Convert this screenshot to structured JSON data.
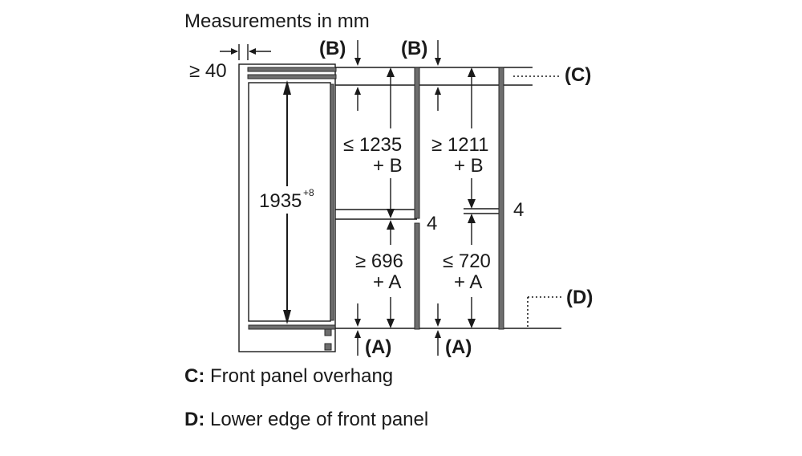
{
  "title": "Measurements in mm",
  "dims": {
    "gap_top": "≥ 40",
    "height_main": "1935",
    "height_main_tol": "+8",
    "upper_left_1": "≤ 1235",
    "upper_left_2": "+ B",
    "upper_right_1": "≥ 1211",
    "upper_right_2": "+ B",
    "lower_left_1": "≥ 696",
    "lower_left_2": "+ A",
    "lower_right_1": "≤ 720",
    "lower_right_2": "+ A",
    "gap_mid_left": "4",
    "gap_mid_right": "4"
  },
  "markers": {
    "b_left": "(B)",
    "b_right": "(B)",
    "a_left": "(A)",
    "a_right": "(A)",
    "c": "(C)",
    "d": "(D)"
  },
  "legend": [
    {
      "key": "C:",
      "text": "Front panel overhang"
    },
    {
      "key": "D:",
      "text": "Lower edge of front panel"
    }
  ]
}
